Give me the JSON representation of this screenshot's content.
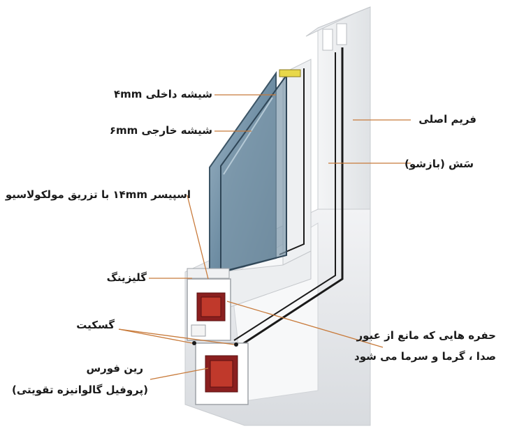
{
  "labels": {
    "inner_glass": "شیشه داخلی ۴mm",
    "outer_glass": "شیشه خارجی ۶mm",
    "spacer": "اسپیسر ۱۴mm با تزریق مولکولاسیو",
    "glazing": "گلیزینگ",
    "gasket": "گسکیت",
    "reinforce_line1": "رین فورس",
    "reinforce_line2": "(پروفیل گالوانیزه تقویتی)",
    "main_frame": "فریم اصلی",
    "sash": "سَش (بازشو)",
    "chambers_line1": "حفره هایی که مانع از عبور",
    "chambers_line2": "صدا ، گرما و سرما می شود"
  },
  "colors": {
    "leader": "#c87a3a",
    "glass": "#6f8ea4",
    "profile": "#eceef0",
    "reinforcement": "#8a1f1f",
    "gasket": "#1a1a1a",
    "spacer": "#e8d84a"
  }
}
